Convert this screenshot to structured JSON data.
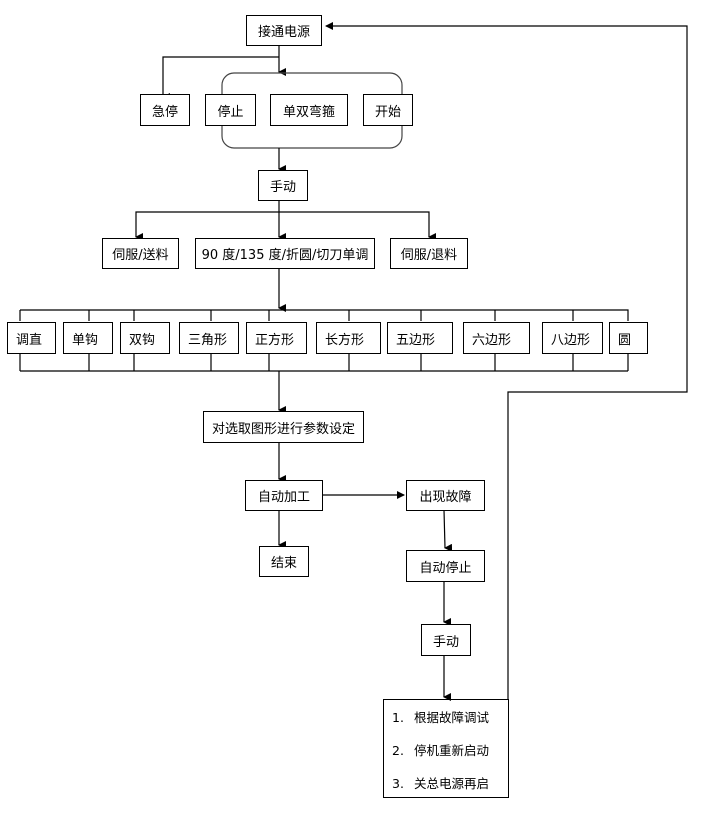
{
  "nodes": {
    "power_on": "接通电源",
    "emergency_stop": "急停",
    "stop": "停止",
    "single_double_bend": "单双弯箍",
    "start": "开始",
    "manual_1": "手动",
    "servo_feed": "伺服/送料",
    "single_adjust": "90 度/135 度/折圆/切刀单调",
    "servo_retract": "伺服/退料",
    "shapes": [
      "调直",
      "单钩",
      "双钩",
      "三角形",
      "正方形",
      "长方形",
      "五边形",
      "六边形",
      "八边形",
      "圆"
    ],
    "param_setting": "对选取图形进行参数设定",
    "auto_process": "自动加工",
    "end": "结束",
    "fault": "出现故障",
    "auto_stop": "自动停止",
    "manual_2": "手动",
    "recovery_steps": [
      {
        "num": "1.",
        "text": "根据故障调试"
      },
      {
        "num": "2.",
        "text": "停机重新启动"
      },
      {
        "num": "3.",
        "text": "关总电源再启"
      }
    ]
  }
}
